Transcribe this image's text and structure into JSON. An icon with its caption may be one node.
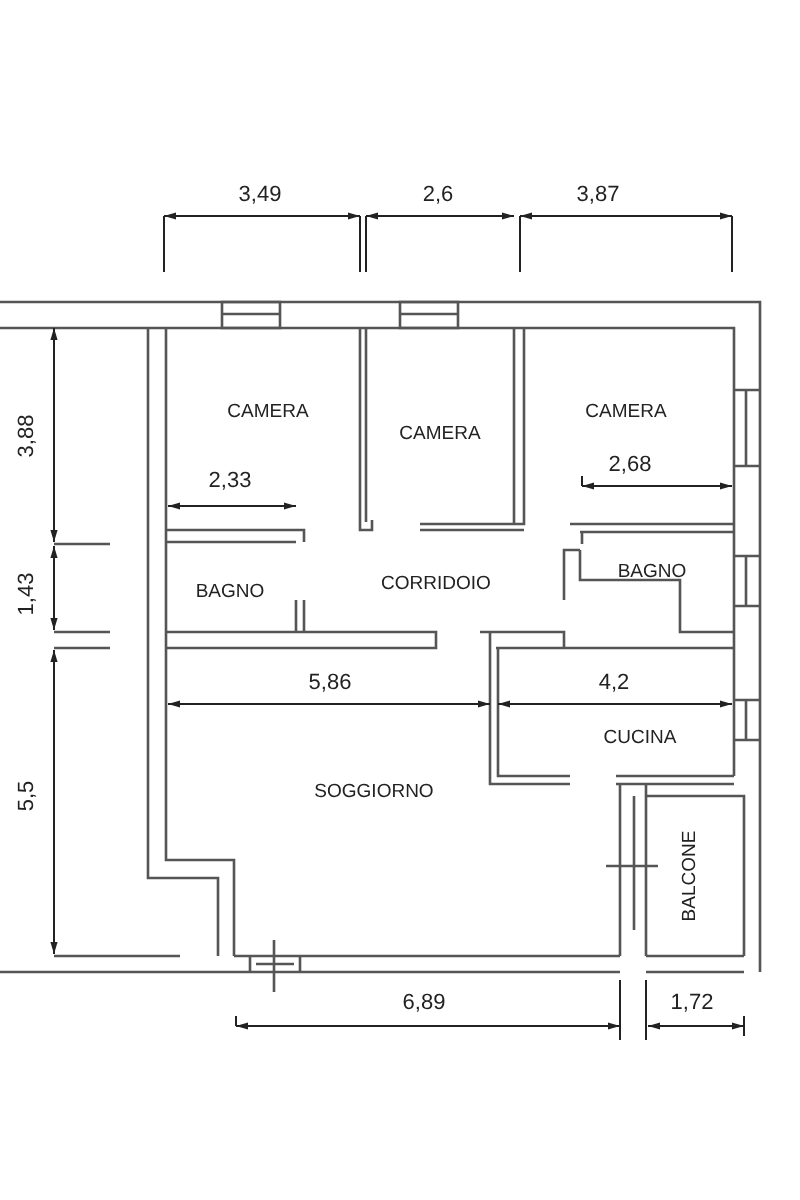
{
  "diagram": {
    "labels": [
      "3,49",
      "2,6",
      "3,87",
      "CAMERA",
      "CAMERA",
      "CAMERA",
      "3,88",
      "2,33",
      "2,68",
      "1,43",
      "BAGNO",
      "CORRIDOIO",
      "BAGNO",
      "5,86",
      "4,2",
      "CUCINA",
      "5,5",
      "SOGGIORNO",
      "BALCONE",
      "6,89",
      "1,72"
    ]
  }
}
